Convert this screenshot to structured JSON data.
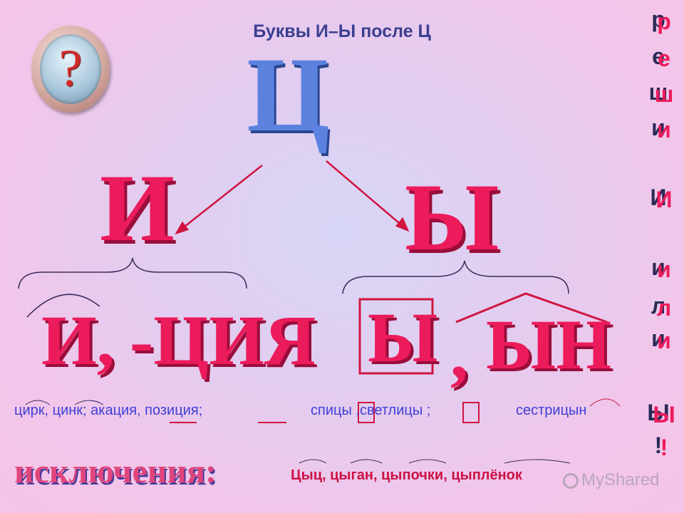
{
  "title": "Буквы И–Ы после Ц",
  "badge_symbol": "?",
  "letters": {
    "ts": "Ц",
    "i": "И",
    "y": "Ы"
  },
  "rules": {
    "left_i": "И,",
    "left_suffix": "-ЦИЯ",
    "right_y": "Ы",
    "right_comma": ",",
    "right_suffix": "ЫН"
  },
  "examples": {
    "left": "цирк, цинк;  акация, позиция;",
    "mid": "спицы ,светлицы ;",
    "right": "сестрицын"
  },
  "exceptions": {
    "label": "исключения:",
    "words": "Цыц, цыган, цыпочки, цыплёнок"
  },
  "side_text": [
    "р",
    "е",
    "ш",
    "и",
    "И",
    "и",
    "л",
    "и",
    "Ы",
    "!"
  ],
  "watermark": "MyShared",
  "colors": {
    "accent_pink": "#ec1b5c",
    "accent_blue": "#5c82e0",
    "title_blue": "#3b3f8f",
    "example_blue": "#3f3fd6"
  }
}
